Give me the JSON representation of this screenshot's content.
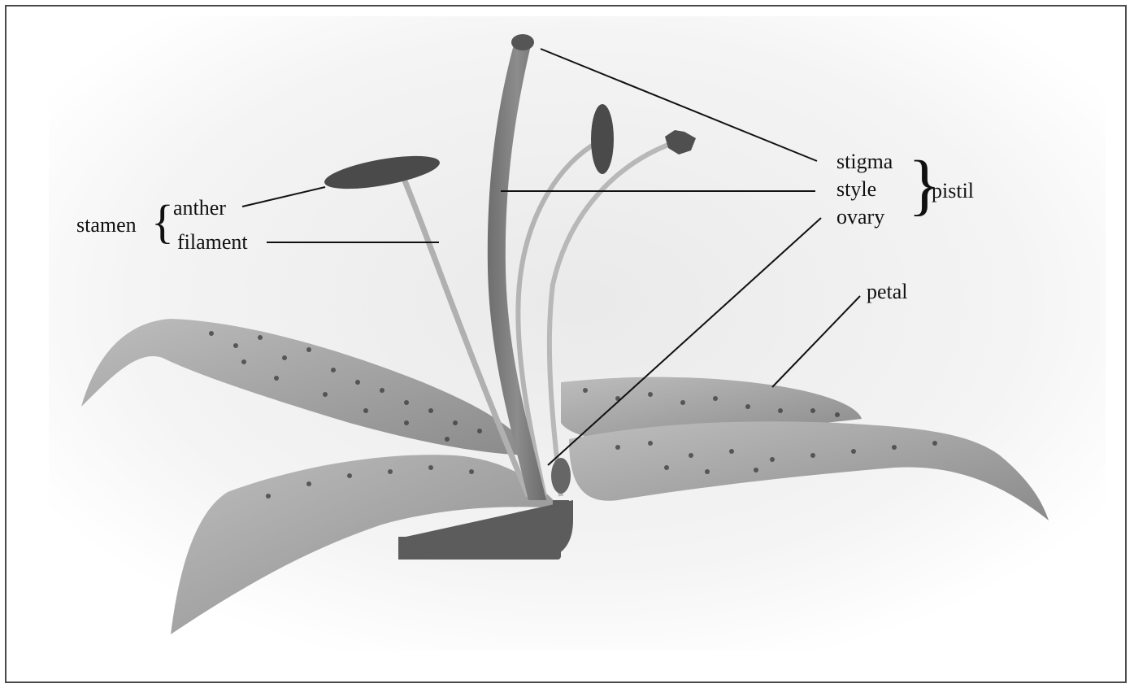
{
  "labels": {
    "stamen": "stamen",
    "anther": "anther",
    "filament": "filament",
    "stigma": "stigma",
    "style": "style",
    "ovary": "ovary",
    "pistil": "pistil",
    "petal": "petal"
  },
  "colors": {
    "frame": "#4a4a4a",
    "leader_line": "#111111",
    "petal_fill": "#9a9a9a",
    "spot": "#3a3a3a",
    "stem": "#5c5c5c"
  }
}
